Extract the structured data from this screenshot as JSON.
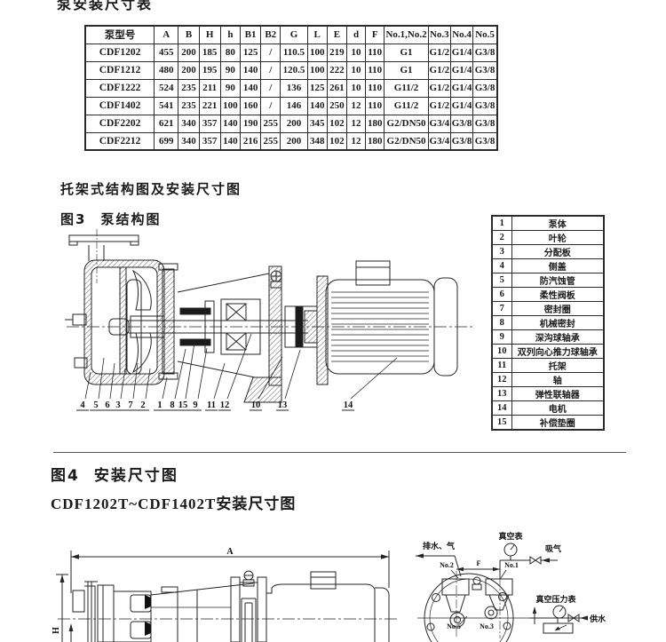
{
  "page": {
    "top_title": "泵安装尺寸表",
    "section_heading": "托架式结构图及安装尺寸图",
    "fig3_label": "图3",
    "fig3_title": "泵结构图",
    "fig4_label": "图4",
    "fig4_title": "安装尺寸图",
    "fig4_subtitle": "CDF1202T~CDF1402T安装尺寸图"
  },
  "dimension_table": {
    "headers": [
      "泵型号",
      "A",
      "B",
      "H",
      "h",
      "B1",
      "B2",
      "G",
      "L",
      "E",
      "d",
      "F",
      "No.1,No.2",
      "No.3",
      "No.4",
      "No.5"
    ],
    "rows": [
      [
        "CDF1202",
        "455",
        "200",
        "185",
        "80",
        "125",
        "/",
        "110.5",
        "100",
        "219",
        "10",
        "110",
        "G1",
        "G1/2",
        "G1/4",
        "G3/8"
      ],
      [
        "CDF1212",
        "480",
        "200",
        "195",
        "90",
        "140",
        "/",
        "120.5",
        "100",
        "222",
        "10",
        "110",
        "G1",
        "G1/2",
        "G1/4",
        "G3/8"
      ],
      [
        "CDF1222",
        "524",
        "235",
        "211",
        "90",
        "140",
        "/",
        "136",
        "125",
        "261",
        "10",
        "110",
        "G11/2",
        "G1/2",
        "G1/4",
        "G3/8"
      ],
      [
        "CDF1402",
        "541",
        "235",
        "221",
        "100",
        "160",
        "/",
        "146",
        "140",
        "250",
        "12",
        "110",
        "G11/2",
        "G1/2",
        "G1/4",
        "G3/8"
      ],
      [
        "CDF2202",
        "621",
        "340",
        "357",
        "140",
        "190",
        "255",
        "200",
        "345",
        "102",
        "12",
        "180",
        "G2/DN50",
        "G3/4",
        "G3/8",
        "G3/8"
      ],
      [
        "CDF2212",
        "699",
        "340",
        "357",
        "140",
        "216",
        "255",
        "200",
        "348",
        "102",
        "12",
        "180",
        "G2/DN50",
        "G3/4",
        "G3/8",
        "G3/8"
      ]
    ]
  },
  "parts_table": {
    "rows": [
      [
        "1",
        "泵体"
      ],
      [
        "2",
        "叶轮"
      ],
      [
        "3",
        "分配板"
      ],
      [
        "4",
        "侧盖"
      ],
      [
        "5",
        "防汽蚀管"
      ],
      [
        "6",
        "柔性阀板"
      ],
      [
        "7",
        "密封圈"
      ],
      [
        "8",
        "机械密封"
      ],
      [
        "9",
        "深沟球轴承"
      ],
      [
        "10",
        "双列向心推力球轴承"
      ],
      [
        "11",
        "托架"
      ],
      [
        "12",
        "轴"
      ],
      [
        "13",
        "弹性联轴器"
      ],
      [
        "14",
        "电机"
      ],
      [
        "15",
        "补偿垫圈"
      ]
    ]
  },
  "fig3_callouts": [
    "4",
    "5",
    "6",
    "3",
    "7",
    "2",
    "1",
    "8",
    "15",
    "9",
    "11",
    "12",
    "10",
    "13",
    "14"
  ],
  "fig4_annotations": {
    "dim_a": "A",
    "dim_h": "H",
    "vacuum_gauge": "真空表",
    "drain": "排水、气",
    "suction": "吸气",
    "no1": "No.1",
    "no2": "No.2",
    "no3": "No.3",
    "no5": "No.5",
    "dim_f": "F",
    "vacuum_pressure_gauge": "真空压力表",
    "water_supply": "供水"
  }
}
